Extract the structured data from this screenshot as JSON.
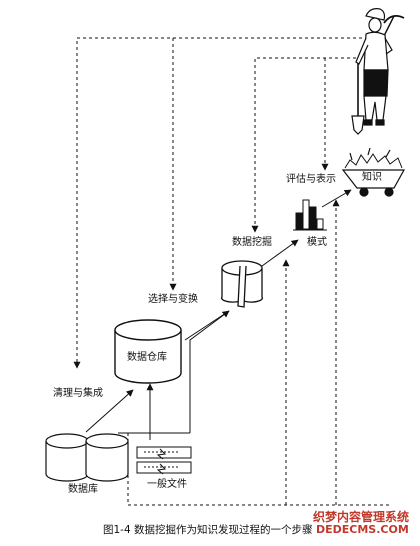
{
  "labels": {
    "cleaning": "清理与集成",
    "selection": "选择与变换",
    "mining": "数据挖掘",
    "evaluation": "评估与表示",
    "database": "数据库",
    "warehouse": "数据仓库",
    "flat_files": "一般文件",
    "patterns": "模式",
    "knowledge": "知识"
  },
  "caption": "图1-4   数据挖掘作为知识发现过程的一个步骤",
  "watermark": {
    "line1": "织梦内容管理系统",
    "line2": "DEDECMS.COM"
  }
}
